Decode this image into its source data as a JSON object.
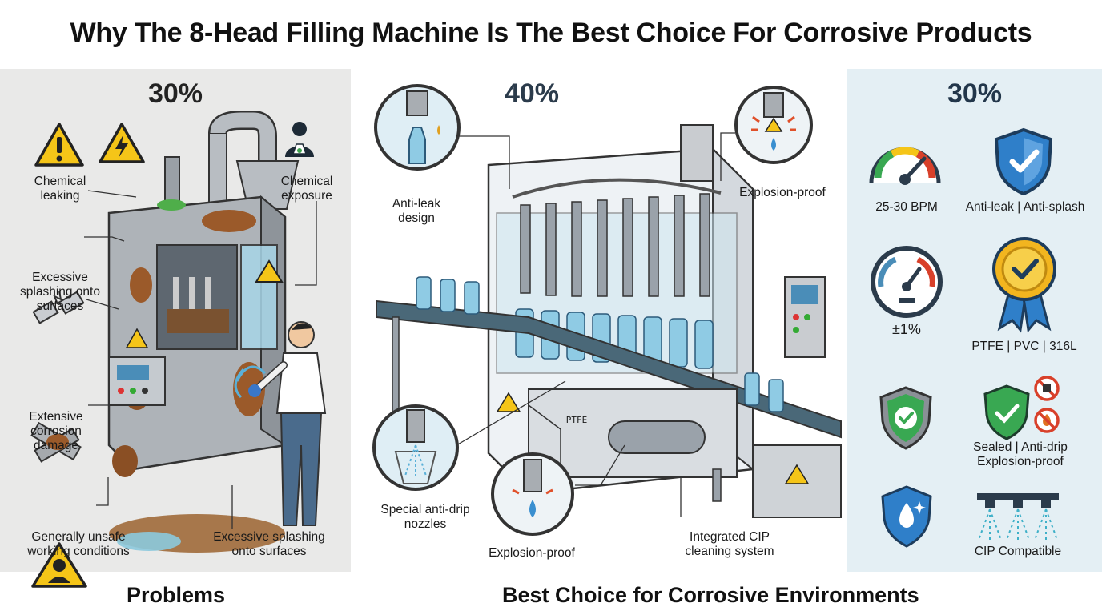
{
  "title": "Why The 8-Head Filling Machine Is The Best Choice For Corrosive Products",
  "panels": {
    "problems": {
      "percent": "30%",
      "labels": {
        "chemical_leaking": "Chemical\nleaking",
        "chemical_exposure": "Chemical\nexposure",
        "excessive_splashing_left": "Excessive\nsplashing onto\nsurfaces",
        "extensive_corrosion": "Extensive\ncorrosion\ndamage",
        "unsafe_conditions": "Generally unsafe\nworking conditions",
        "excessive_splashing_bottom": "Excessive splashing\nonto surfaces"
      },
      "footer": "Problems"
    },
    "solution": {
      "percent": "40%",
      "labels": {
        "anti_leak": "Anti-leak\ndesign",
        "explosion_proof_top": "Explosion-proof",
        "anti_drip": "Special anti-drip\nnozzles",
        "explosion_proof_bottom": "Explosion-proof",
        "cip_system": "Integrated CIP\ncleaning system"
      },
      "panel_text": "PTFE",
      "footer": "Best Choice for Corrosive Environments"
    },
    "features": {
      "percent": "30%",
      "labels": {
        "speed": "25-30 BPM",
        "anti_leak_splash": "Anti-leak | Anti-splash",
        "accuracy": "±1%",
        "materials": "PTFE | PVC | 316L",
        "sealed": "Sealed | Anti-drip\nExplosion-proof",
        "cip": "CIP Compatible"
      }
    }
  },
  "colors": {
    "left_bg": "#e9e9e8",
    "right_bg": "#e4eff4",
    "warning_yellow": "#f5c518",
    "shield_blue": "#2f7fc9",
    "shield_green": "#39a852",
    "rust": "#9b5a2a",
    "steel": "#c9ccd0"
  },
  "icons": [
    "warning-triangle-icon",
    "lightning-warning-icon",
    "worker-hazard-icon",
    "broken-pipe-icon",
    "speedometer-icon",
    "checkmark-shield-icon",
    "gold-medal-icon",
    "droplet-shield-icon",
    "spray-nozzle-icon",
    "no-fire-icon"
  ]
}
